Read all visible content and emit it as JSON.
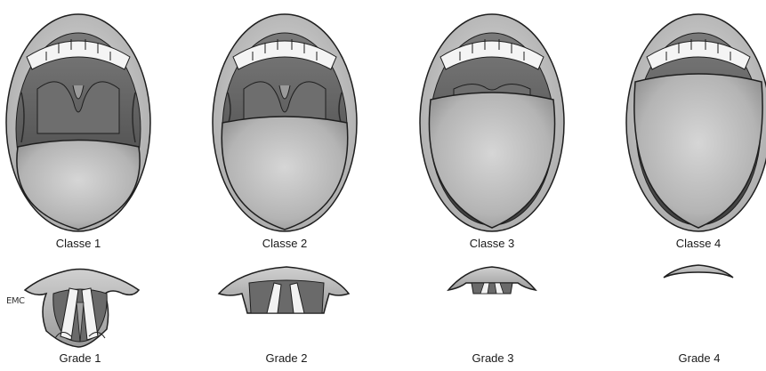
{
  "figure": {
    "mallampati": [
      {
        "label": "Classe 1",
        "visibility": "full"
      },
      {
        "label": "Classe 2",
        "visibility": "partial"
      },
      {
        "label": "Classe 3",
        "visibility": "minimal"
      },
      {
        "label": "Classe 4",
        "visibility": "none"
      }
    ],
    "cormack_lehane": [
      {
        "label": "Grade 1",
        "view": "full"
      },
      {
        "label": "Grade 2",
        "view": "posterior"
      },
      {
        "label": "Grade 3",
        "view": "epiglottis-tip"
      },
      {
        "label": "Grade 4",
        "view": "none"
      }
    ],
    "signature": "EMC"
  },
  "colors": {
    "outline": "#1e1e1e",
    "tongue": "#bdbdbd",
    "cavity": "#5a5a5a",
    "lip": "#cfcfcf",
    "teeth": "#f4f4f4"
  }
}
